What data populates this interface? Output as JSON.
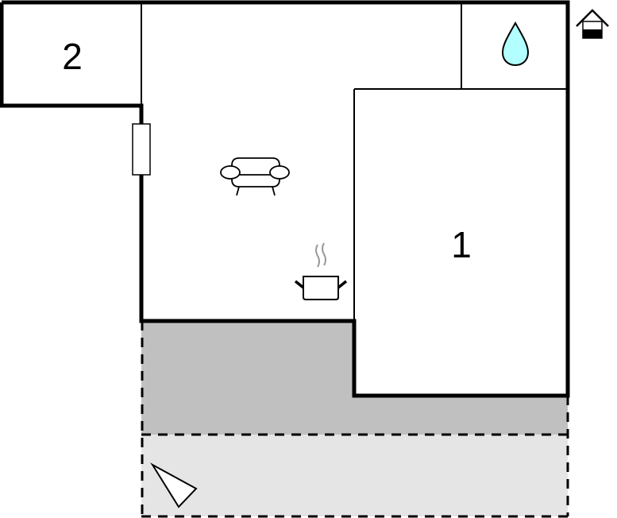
{
  "plan": {
    "rooms": [
      {
        "id": "room-2",
        "label": "2",
        "type": "bedroom"
      },
      {
        "id": "room-1",
        "label": "1",
        "type": "bedroom"
      },
      {
        "id": "living",
        "label": "",
        "type": "living-kitchen"
      },
      {
        "id": "bathroom",
        "label": "",
        "type": "bathroom"
      }
    ],
    "areas": [
      {
        "id": "covered-terrace",
        "fill": "#c0c0c0"
      },
      {
        "id": "open-terrace",
        "fill": "#e5e5e5"
      }
    ],
    "icons": [
      {
        "name": "water-drop-icon",
        "fill": "#b3ffff"
      },
      {
        "name": "house-icon"
      },
      {
        "name": "armchair-icon"
      },
      {
        "name": "cooking-pot-icon"
      },
      {
        "name": "door-icon"
      },
      {
        "name": "compass-arrow-icon"
      }
    ]
  }
}
